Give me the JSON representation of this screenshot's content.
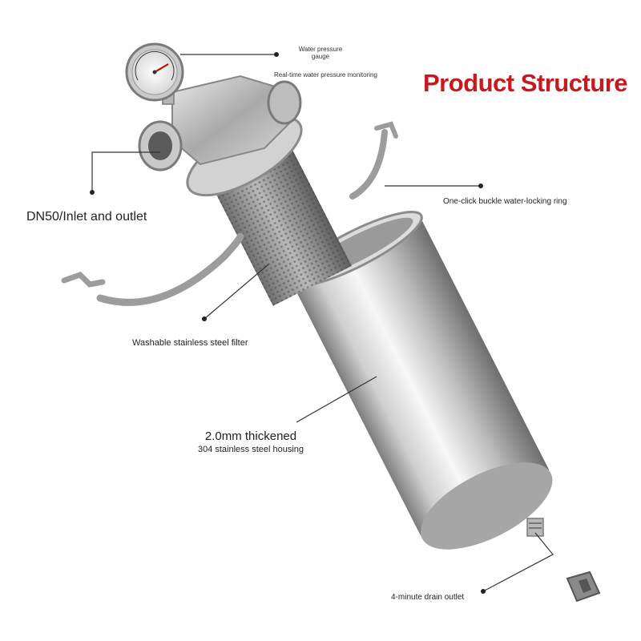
{
  "title": "Product Structure",
  "callouts": {
    "gauge_line1": "Water pressure",
    "gauge_line2": "gauge",
    "gauge_desc": "Real-time water pressure monitoring",
    "ring": "One-click buckle water-locking ring",
    "inlet": "DN50/Inlet and outlet",
    "filter": "Washable stainless steel filter",
    "housing_line1": "2.0mm thickened",
    "housing_line2": "304 stainless steel housing",
    "drain": "4-minute drain outlet"
  },
  "colors": {
    "title": "#c8191e",
    "steel_light": "#f2f2f2",
    "steel_dark": "#8a8a8a",
    "line": "#333333"
  }
}
